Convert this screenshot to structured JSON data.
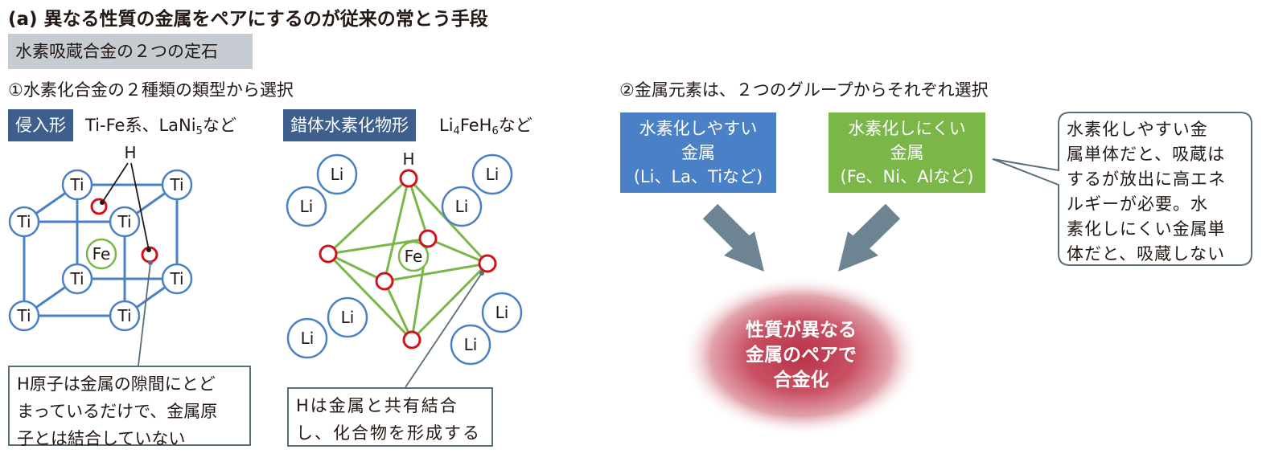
{
  "title": "(a) 異なる性質の金属をペアにするのが従来の常とう手段",
  "subtitle": "水素吸蔵合金の２つの定石",
  "section1": {
    "heading": "①水素化合金の２種類の類型から選択",
    "type_interstitial": {
      "label": "侵入形",
      "example_prefix": "Ti-Fe系、LaNi",
      "example_sub": "5",
      "example_suffix": "など",
      "atoms": {
        "host": "Ti",
        "center": "Fe",
        "hydrogen": "H"
      },
      "note_lines": [
        "H原子は金属の隙間にとど",
        "まっているだけで、金属原",
        "子とは結合していない"
      ]
    },
    "type_complex": {
      "label": "錯体水素化物形",
      "example_parts": [
        "Li",
        "4",
        "FeH",
        "6",
        "など"
      ],
      "atoms": {
        "outer": "Li",
        "center": "Fe",
        "hydrogen": "H"
      },
      "note_lines": [
        "Hは金属と共有結合",
        "し、化合物を形成する"
      ]
    }
  },
  "section2": {
    "heading": "②金属元素は、２つのグループからそれぞれ選択",
    "easy_box": {
      "lines": [
        "水素化しやすい",
        "金属",
        "(Li、La、Tiなど)"
      ],
      "color": "#4a80c5"
    },
    "hard_box": {
      "lines": [
        "水素化しにくい",
        "金属",
        "(Fe、Ni、Alなど)"
      ],
      "color": "#7ab648"
    },
    "callout_lines": [
      "水素化しやすい金",
      "属単体だと、吸蔵は",
      "するが放出に高エネ",
      "ルギーが必要。水",
      "素化しにくい金属単",
      "体だと、吸蔵しない"
    ],
    "result_lines": [
      "性質が異なる",
      "金属のペアで",
      "合金化"
    ],
    "arrow_color": "#6d8592"
  },
  "colors": {
    "bond_blue": "#4a80c5",
    "bond_green": "#7ab648",
    "hydrogen_red": "#d0121b",
    "fe_green": "#7ab648",
    "tag_bg": "#3e5f8c"
  }
}
